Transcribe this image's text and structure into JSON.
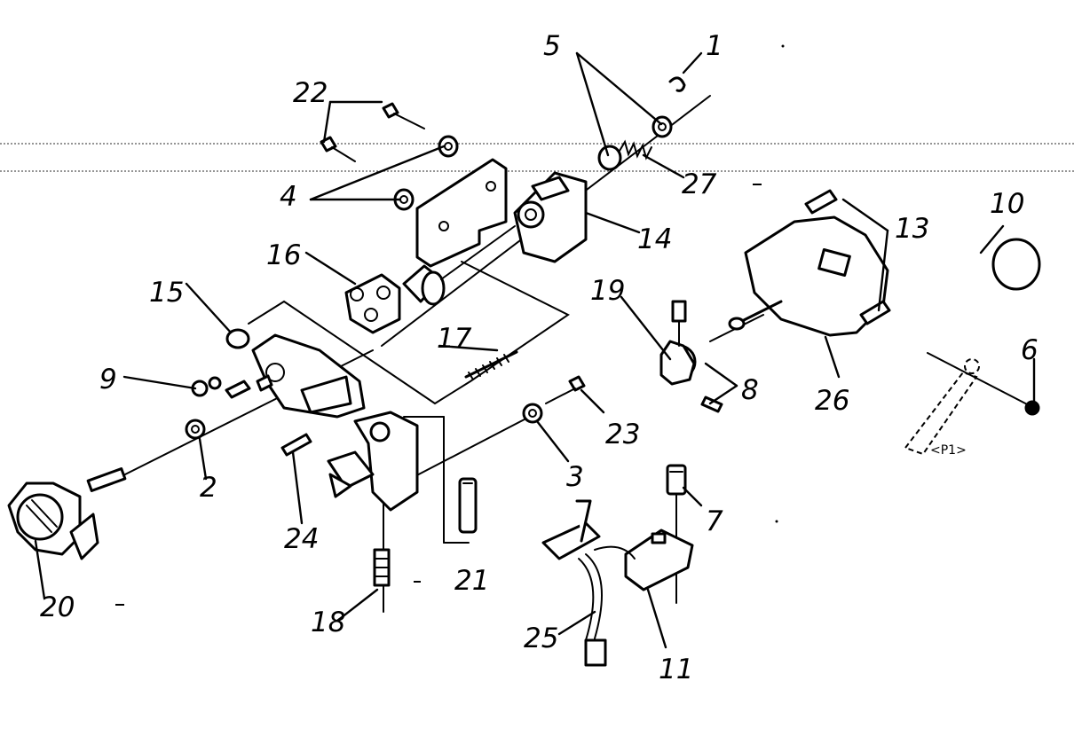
{
  "callouts": {
    "c1": "1",
    "c2": "2",
    "c3": "3",
    "c4": "4",
    "c5": "5",
    "c6": "6",
    "c7": "7",
    "c8": "8",
    "c9": "9",
    "c10": "10",
    "c11": "11",
    "c13": "13",
    "c14": "14",
    "c15": "15",
    "c16": "16",
    "c17": "17",
    "c18": "18",
    "c19": "19",
    "c20": "20",
    "c21": "21",
    "c22": "22",
    "c23": "23",
    "c24": "24",
    "c25": "25",
    "c26": "26",
    "c27": "27"
  },
  "detail_label": "<P1>"
}
